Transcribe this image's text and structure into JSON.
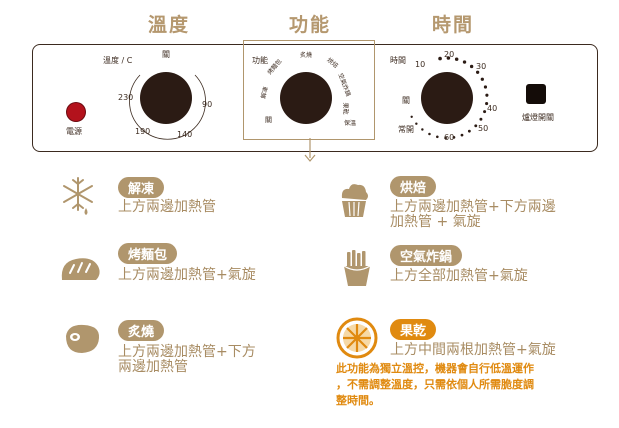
{
  "headers": {
    "temperature": "溫度",
    "function": "功能",
    "time": "時間"
  },
  "panel": {
    "power_label": "電源",
    "temp_dial": {
      "title": "溫度 / C",
      "marks": [
        "關",
        "230",
        "90",
        "190",
        "140"
      ]
    },
    "func_dial": {
      "title": "功能",
      "marks": [
        "炙燒",
        "烘焙",
        "烤麵包",
        "空氣炸鍋",
        "解凍",
        "果乾",
        "關",
        "保溫"
      ]
    },
    "time_dial": {
      "title": "時間",
      "marks": [
        "20",
        "10",
        "30",
        "關",
        "40",
        "常開",
        "50",
        "60"
      ]
    },
    "light_label": "爐燈開關"
  },
  "functions": {
    "thaw": {
      "name": "解凍",
      "desc": "上方兩邊加熱管",
      "icon": "snowflake-icon"
    },
    "toast": {
      "name": "烤麵包",
      "desc": "上方兩邊加熱管+氣旋",
      "icon": "bread-icon"
    },
    "broil": {
      "name": "炙燒",
      "desc_line1": "上方兩邊加熱管+下方",
      "desc_line2": "兩邊加熱管",
      "icon": "steak-icon"
    },
    "bake": {
      "name": "烘焙",
      "desc_line1": "上方兩邊加熱管+下方兩邊",
      "desc_line2": "加熱管 + 氣旋",
      "icon": "cupcake-icon"
    },
    "airfry": {
      "name": "空氣炸鍋",
      "desc": "上方全部加熱管+氣旋",
      "icon": "fries-icon"
    },
    "dry": {
      "name": "果乾",
      "desc": "上方中間兩根加熱管+氣旋",
      "note_line1": "此功能為獨立溫控，機器會自行低溫運作",
      "note_line2": "，不需調整溫度，只需依個人所需脆度調",
      "note_line3": "整時間。",
      "icon": "orange-slice-icon"
    }
  },
  "colors": {
    "accent": "#b0966d",
    "highlight": "#e08a10",
    "knob": "#2b1b14",
    "power": "#b3121c"
  }
}
